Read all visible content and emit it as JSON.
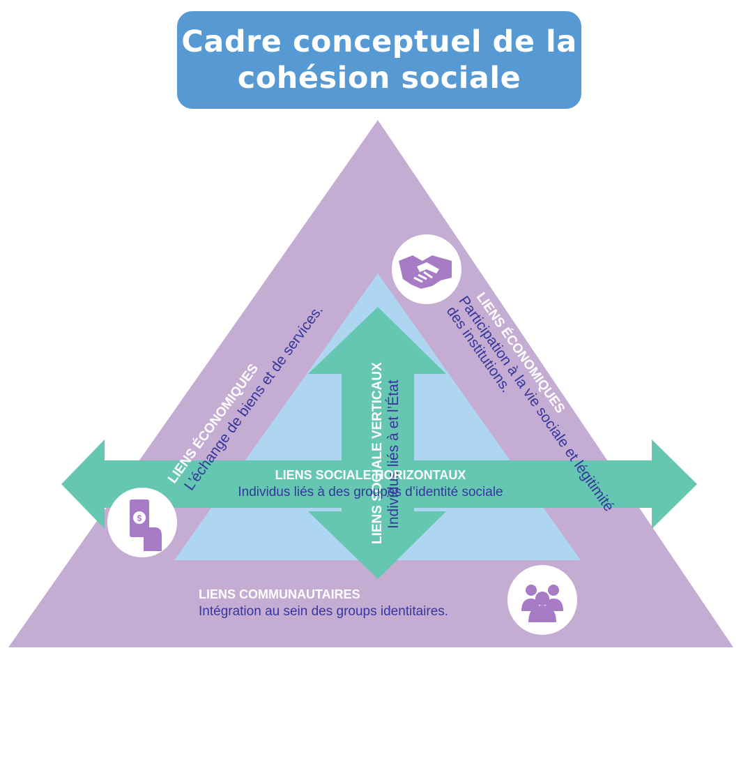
{
  "title": {
    "line1": "Cadre conceptuel de la",
    "line2": "cohésion sociale"
  },
  "left_side": {
    "heading": "LIENS ÉCONOMIQUES",
    "text": "L’échange de biens et de services."
  },
  "right_side": {
    "heading": "LIENS ÉCONOMIQUES",
    "text_line1": "Participation à la vie sociale et légitimité",
    "text_line2": "des institutions."
  },
  "bottom_side": {
    "heading": "LIENS COMMUNAUTAIRES",
    "text": "Intégration au sein des groups identitaires."
  },
  "vertical_arrow": {
    "heading": "LIENS SOCIALE VERTICAUX",
    "text": "Individus liés à et l’État"
  },
  "horizontal_arrow": {
    "heading": "LIENS SOCIALE HORIZONTAUX",
    "text": "Individus liés à des groupes d’identité sociale"
  },
  "icons": [
    "handshake-icon",
    "money-hand-icon",
    "people-group-icon"
  ],
  "colors": {
    "title_box": "#5699d3",
    "outer_triangle": "#c5acd3",
    "inner_triangle": "#aed6f1",
    "arrows": "#65c6b1",
    "icon_purple": "#a77bc6",
    "heading_text": "#ffffff",
    "body_text": "#35379a"
  }
}
